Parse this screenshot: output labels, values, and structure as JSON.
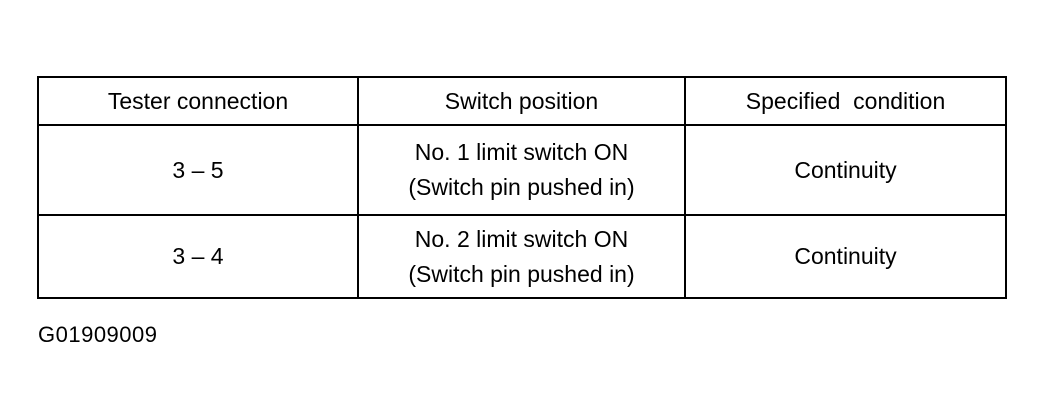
{
  "table": {
    "headers": [
      "Tester connection",
      "Switch position",
      "Specified  condition"
    ],
    "rows": [
      {
        "tester_connection": "3 – 5",
        "switch_position_line1": "No. 1 limit switch ON",
        "switch_position_line2": "(Switch pin pushed in)",
        "specified_condition": "Continuity"
      },
      {
        "tester_connection": "3 – 4",
        "switch_position_line1": "No. 2 limit switch ON",
        "switch_position_line2": "(Switch pin pushed in)",
        "specified_condition": "Continuity"
      }
    ]
  },
  "figure_id": "G01909009"
}
